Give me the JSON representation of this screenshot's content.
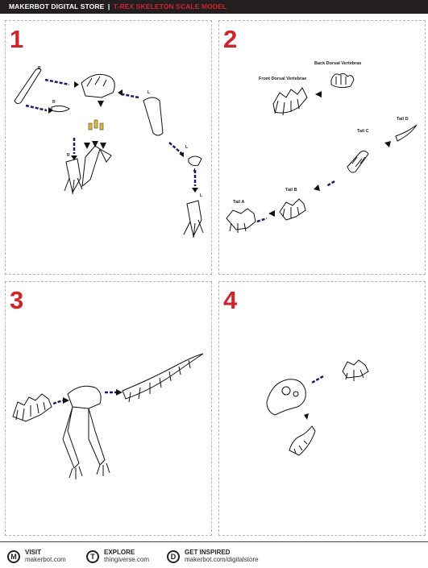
{
  "header": {
    "store": "MAKERBOT DIGITAL STORE",
    "separator": "|",
    "title": "T-REX SKELETON SCALE MODEL"
  },
  "steps": [
    {
      "number": "1",
      "labels": [
        "R",
        "R",
        "R",
        "L",
        "L",
        "L"
      ]
    },
    {
      "number": "2",
      "labels": [
        "Back Dorsal Vertebrae",
        "Front Dorsal Vertebrae",
        "Tail D",
        "Tail C",
        "Tail B",
        "Tail A"
      ]
    },
    {
      "number": "3"
    },
    {
      "number": "4"
    }
  ],
  "footer": [
    {
      "icon": "M",
      "icon_name": "makerbot-icon",
      "title": "VISIT",
      "url": "makerbot.com"
    },
    {
      "icon": "T",
      "icon_name": "thingiverse-icon",
      "title": "EXPLORE",
      "url": "thingiverse.com"
    },
    {
      "icon": "D",
      "icon_name": "digital-store-icon",
      "title": "GET INSPIRED",
      "url": "makerbot.com/digitalstore"
    }
  ]
}
